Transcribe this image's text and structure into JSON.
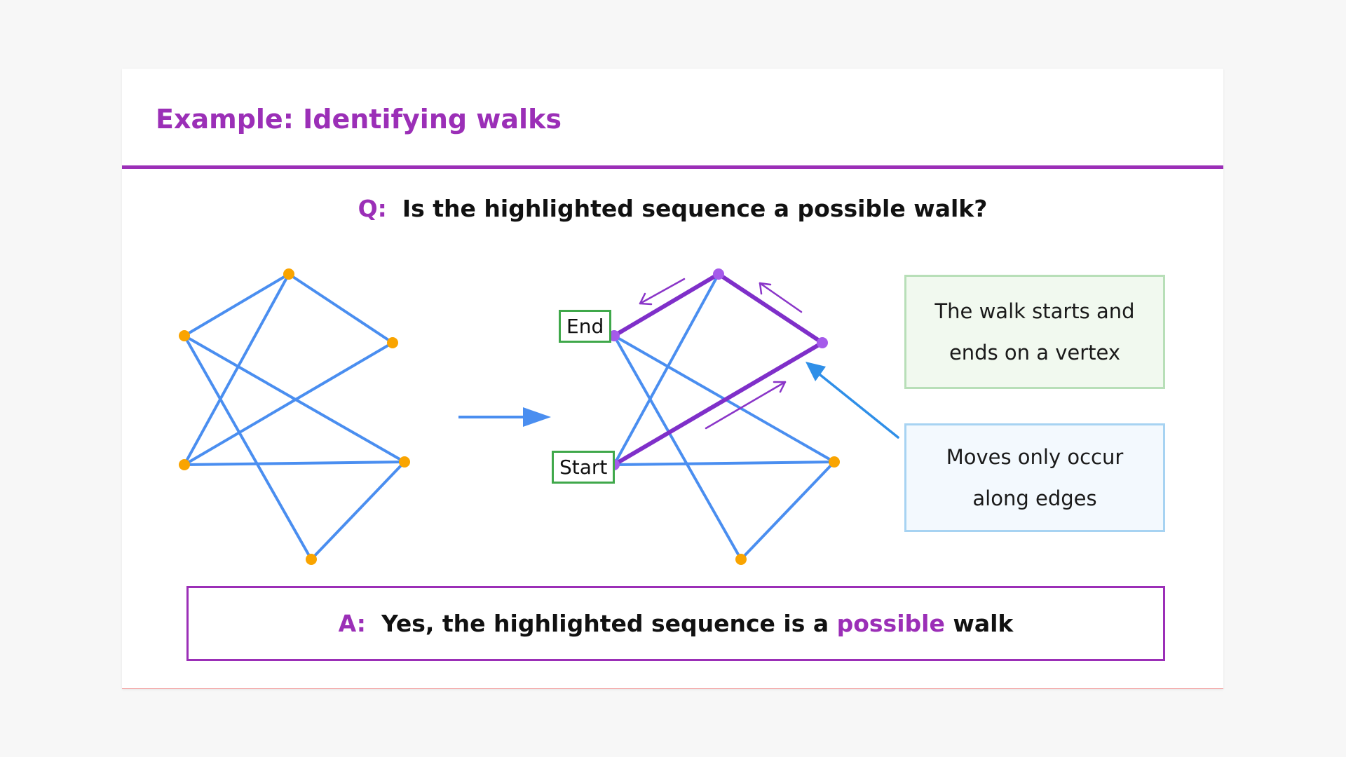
{
  "slide": {
    "title": "Example: Identifying walks"
  },
  "question": {
    "label": "Q:",
    "text": "Is the highlighted sequence a possible walk?"
  },
  "labels": {
    "end": "End",
    "start": "Start"
  },
  "notes": {
    "vertex_note": "The walk starts and ends on a vertex",
    "edge_note": "Moves only occur along edges"
  },
  "answer": {
    "label": "A:",
    "prefix": "Yes, the highlighted sequence is a",
    "highlight": "possible",
    "suffix": "walk"
  },
  "graph": {
    "vertices": [
      "top",
      "left-upper",
      "right-upper",
      "left-lower",
      "right-lower",
      "bottom"
    ],
    "edges": [
      [
        "left-upper",
        "top"
      ],
      [
        "top",
        "left-lower"
      ],
      [
        "top",
        "right-upper"
      ],
      [
        "left-upper",
        "right-lower"
      ],
      [
        "left-upper",
        "bottom"
      ],
      [
        "right-upper",
        "left-lower"
      ],
      [
        "left-lower",
        "right-lower"
      ],
      [
        "right-lower",
        "bottom"
      ]
    ],
    "walk": [
      "left-lower",
      "right-upper",
      "top",
      "left-upper"
    ],
    "walk_start": "left-lower",
    "walk_end": "left-upper"
  },
  "colors": {
    "accent": "#9b2fb7",
    "edge": "#4a8ef0",
    "walk_edge": "#7f2fc9",
    "vertex": "#f9a400",
    "walk_vertex": "#a55bea",
    "label_border": "#3fa84a",
    "note_green_bg": "#f1f9ef",
    "note_green_border": "#b8dfb8",
    "note_blue_bg": "#f3f9fe",
    "note_blue_border": "#a7d3f2",
    "pointer_arrow": "#2f8fe8"
  },
  "icons": {
    "transform_arrow": "right-arrow-icon",
    "direction_arrows": "small-arrow-icon",
    "pointer": "pointer-arrow-icon"
  }
}
